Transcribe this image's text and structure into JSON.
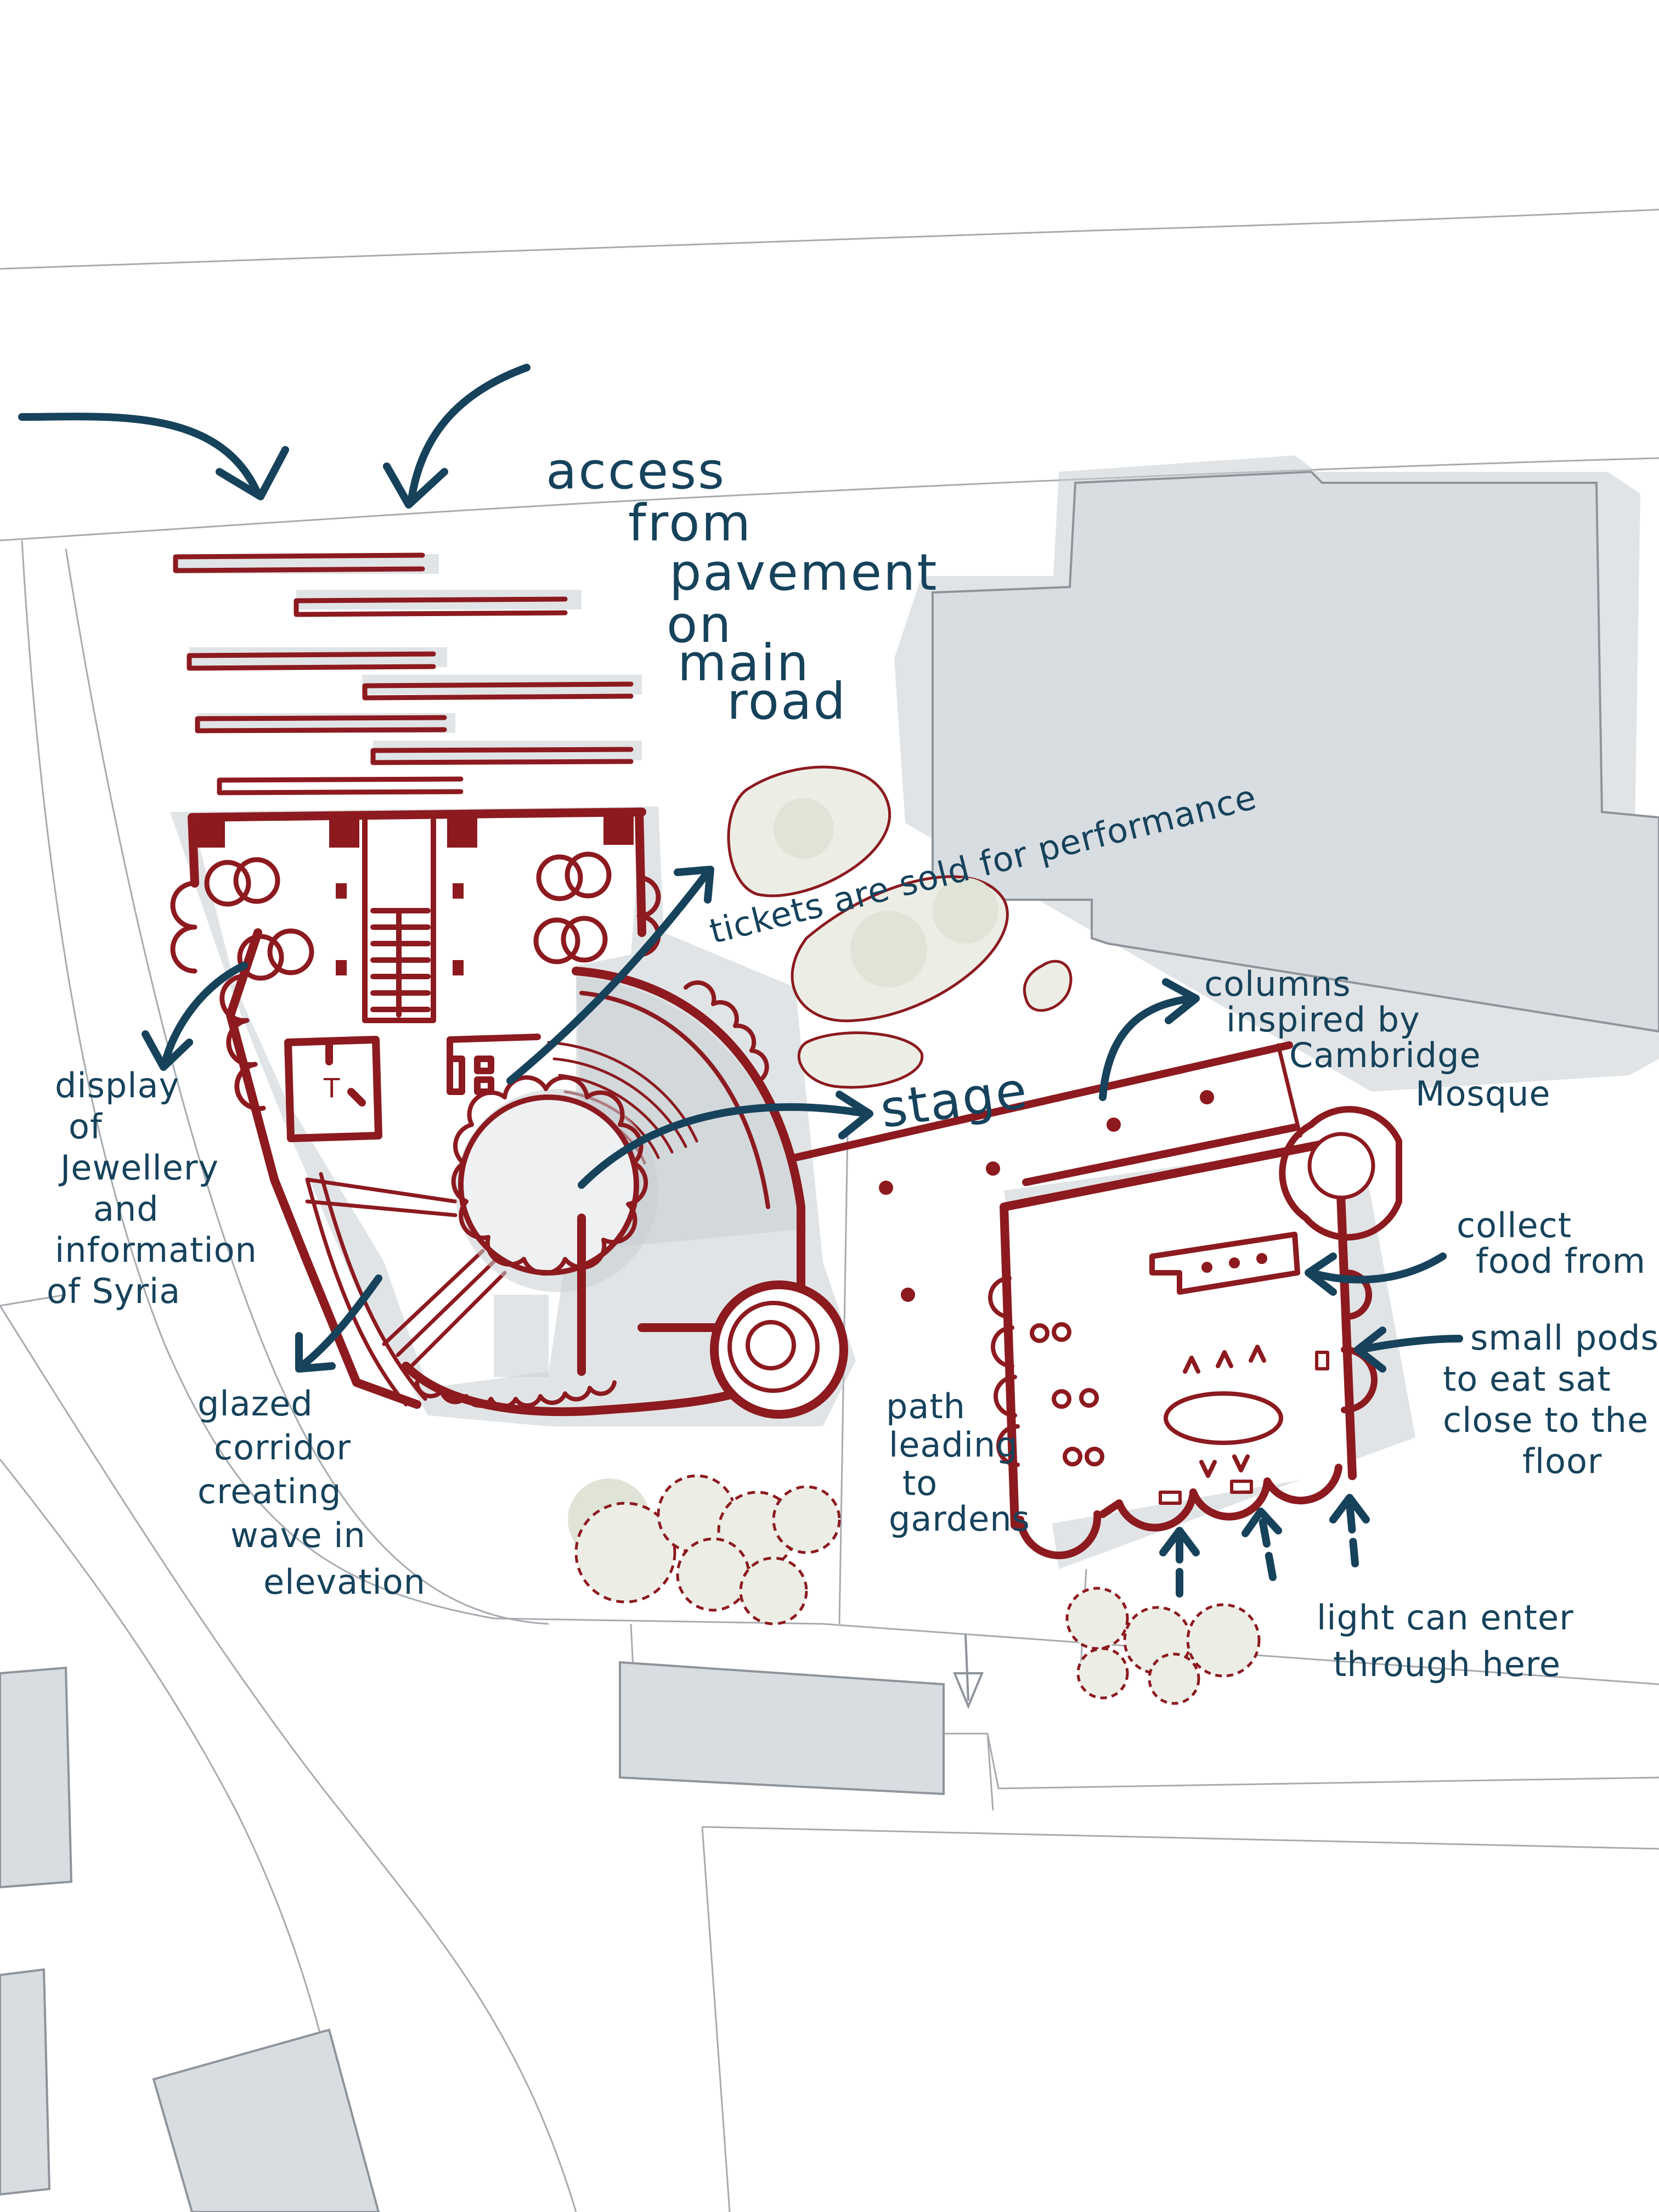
{
  "diagram": {
    "annotations": {
      "access": [
        "access",
        "from",
        "pavement",
        "on",
        "main",
        "road"
      ],
      "tickets": "tickets are sold for performance",
      "columns": [
        "columns",
        "inspired by",
        "Cambridge",
        "Mosque"
      ],
      "stage": "stage",
      "display": [
        "display",
        "of",
        "Jewellery",
        "and",
        "information",
        "of Syria"
      ],
      "collect_food": [
        "collect",
        "food from"
      ],
      "small_pods": [
        "small pods",
        "to eat sat",
        "close to the",
        "floor"
      ],
      "glazed": [
        "glazed",
        "corridor",
        "creating",
        "wave in",
        "elevation"
      ],
      "path": [
        "path",
        "leading",
        "to",
        "gardens"
      ],
      "light": [
        "light can enter",
        "through here"
      ],
      "toilet_mark": "T"
    },
    "colors": {
      "annotation_ink": "#16425b",
      "plan_ink": "#8c1a1f",
      "neighbour_buildings": "#d8dde2",
      "site_lines": "#a7abb0",
      "planting": "#dfe4d6"
    },
    "icons": [
      "north-arrow-icon",
      "tree-icon",
      "arrow-icon"
    ]
  }
}
